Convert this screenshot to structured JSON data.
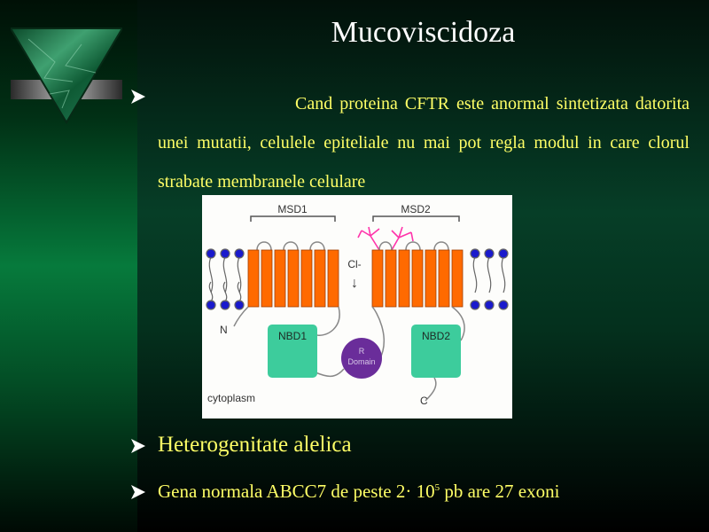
{
  "slide": {
    "title": "Mucoviscidoza",
    "paragraph": "Cand proteina CFTR este anormal sintetizata datorita unei mutatii, celulele epiteliale nu mai pot regla modul in care clorul strabate membranele celulare",
    "bullet2": "Heterogenitate alelica",
    "bullet3": {
      "before": "Gena normala ABCC7 de peste 2· 10",
      "exponent": "5",
      "after": " pb are 27 exoni"
    }
  },
  "figure": {
    "msd1": "MSD1",
    "msd2": "MSD2",
    "chloride": "Cl-",
    "chloride_arrow": "↓",
    "n_terminus": "N",
    "c_terminus": "C",
    "nbd1": "NBD1",
    "nbd2": "NBD2",
    "r_domain_line1": "R",
    "r_domain_line2": "Domain",
    "cytoplasm": "cytoplasm"
  },
  "colors": {
    "title": "#ffffff",
    "text": "#ffff66",
    "helix": "#ff6a00",
    "nbd": "#3dcc9c",
    "r_domain": "#6a2d9a",
    "glycosylation": "#ff33aa",
    "lipid_head": "#1a1acc"
  }
}
